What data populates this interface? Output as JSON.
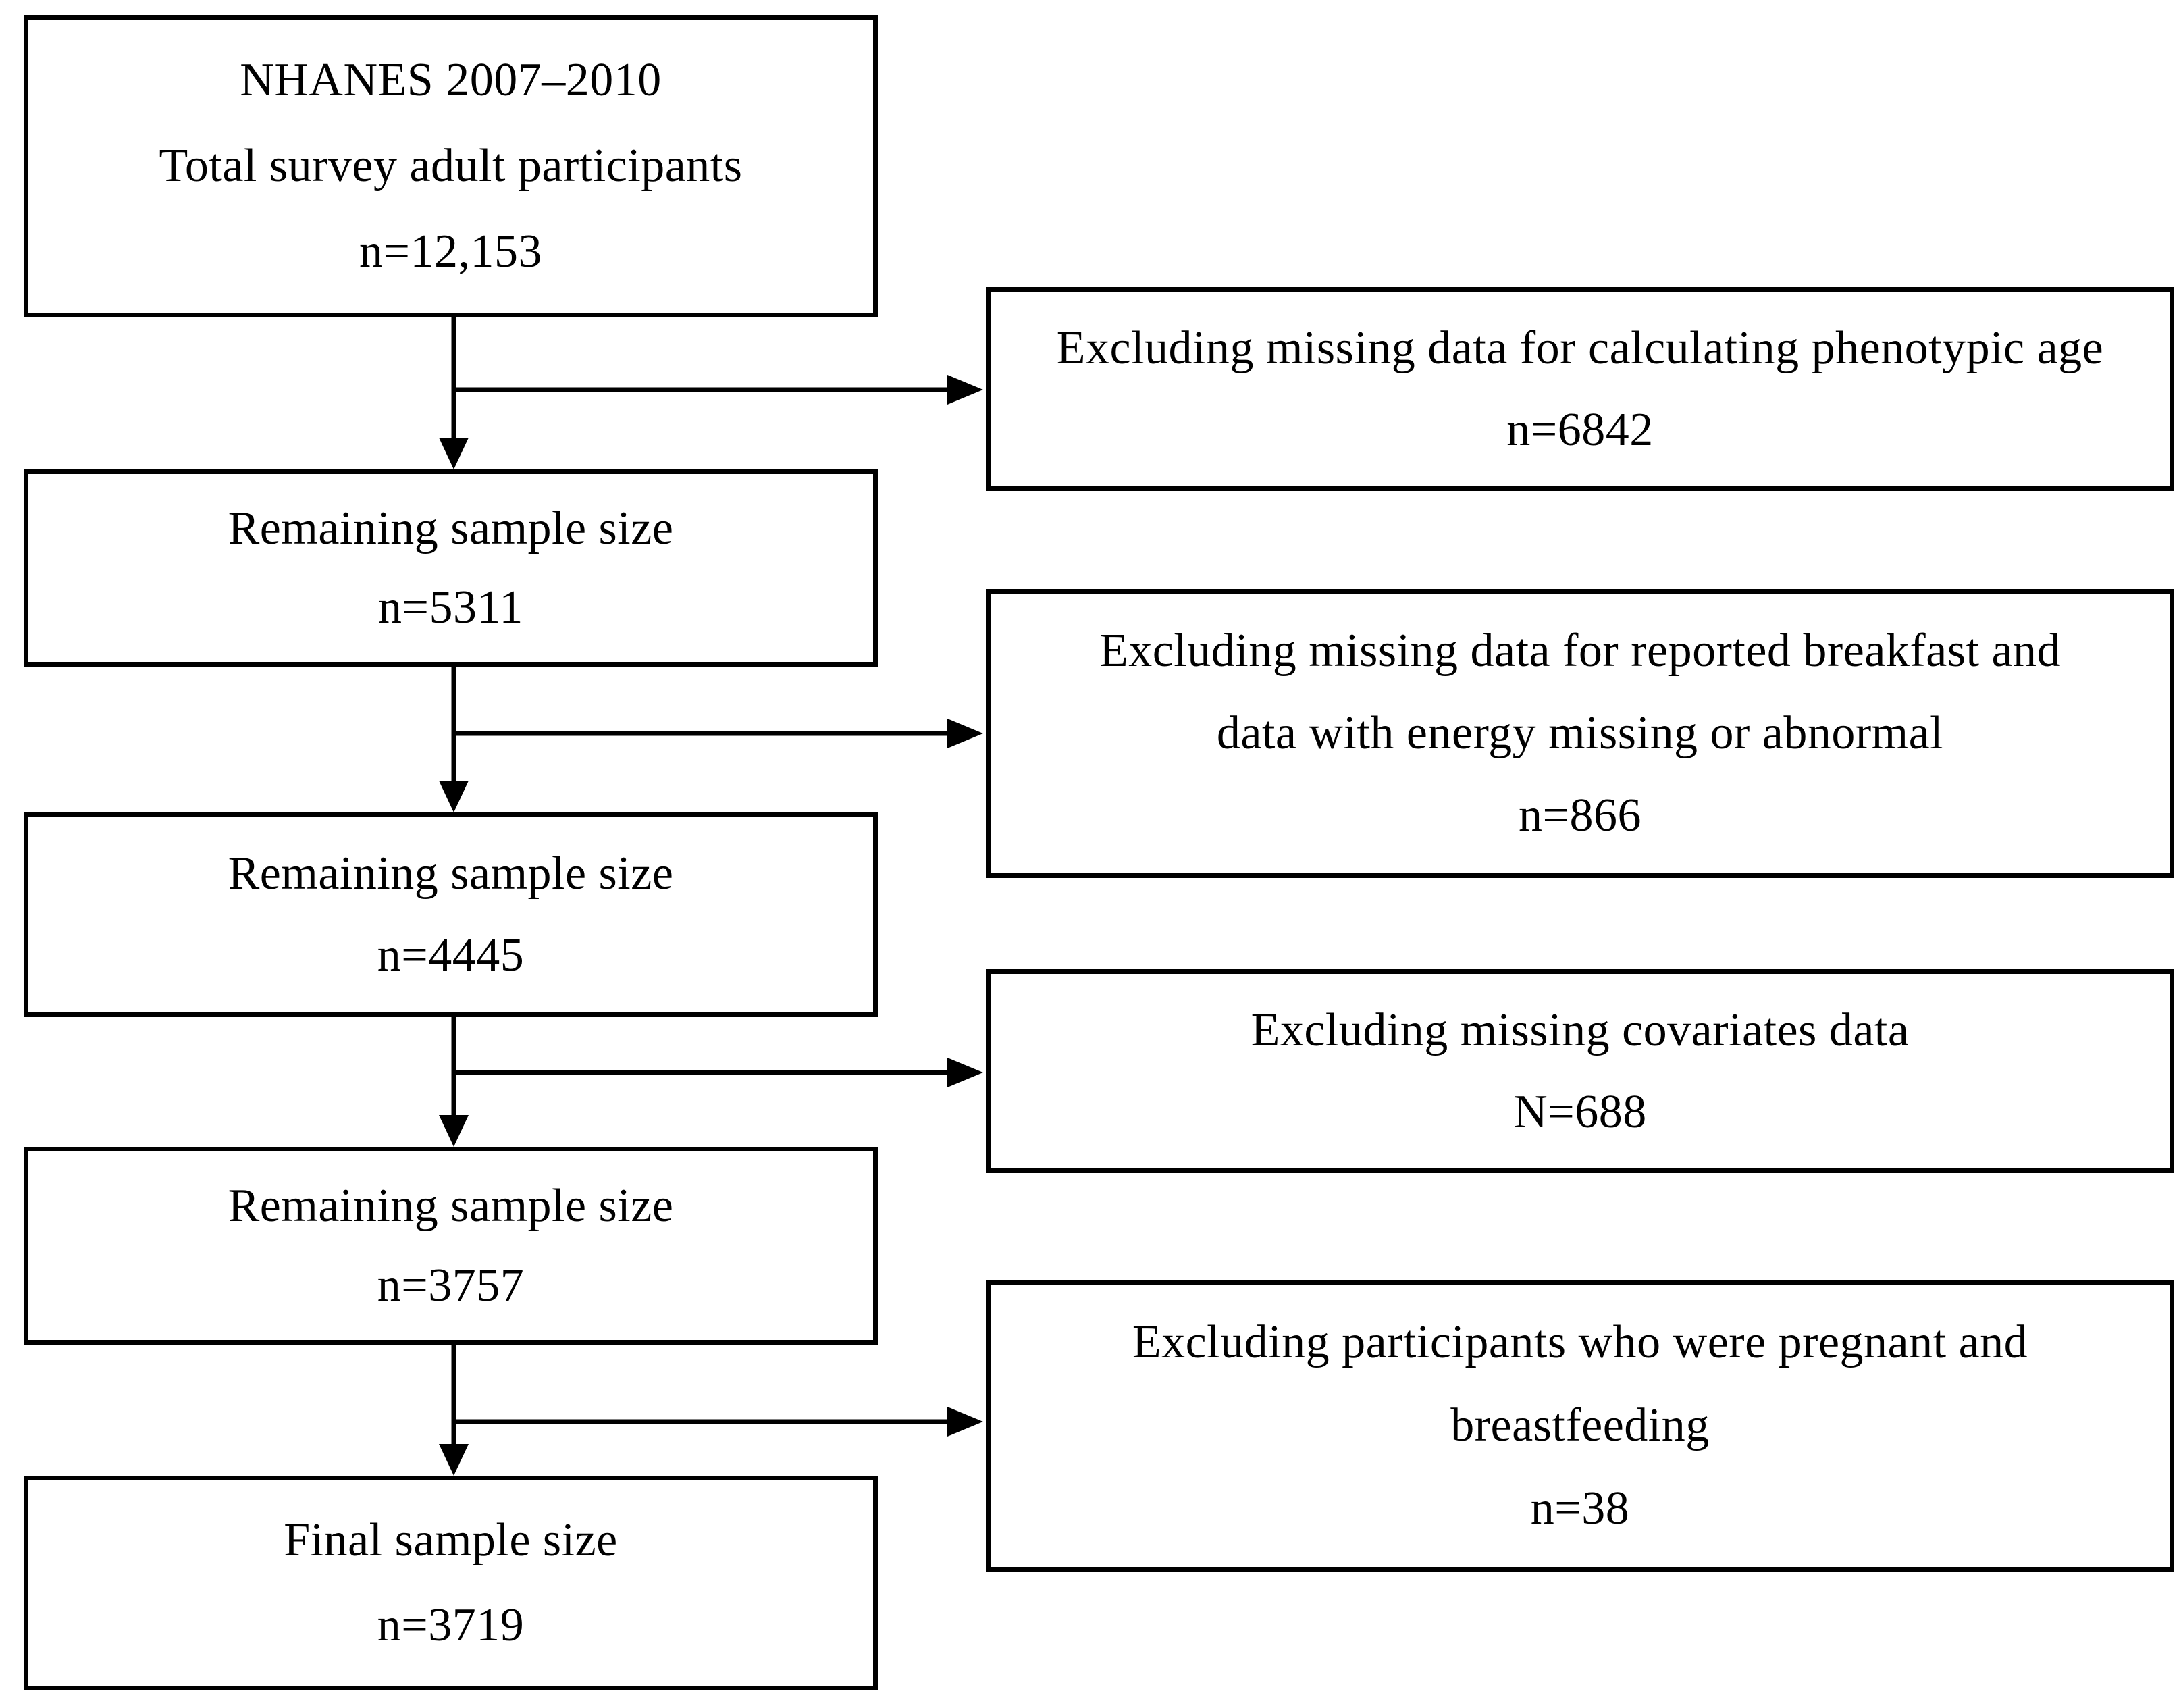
{
  "diagram": {
    "type": "flowchart",
    "colors": {
      "line": "#000000",
      "background": "#ffffff",
      "text": "#000000"
    },
    "left_boxes": [
      {
        "id": "total-participants",
        "lines": [
          "NHANES 2007–2010",
          "Total survey adult participants",
          "n=12,153"
        ]
      },
      {
        "id": "remaining-1",
        "lines": [
          "Remaining sample size",
          "n=5311"
        ]
      },
      {
        "id": "remaining-2",
        "lines": [
          "Remaining sample size",
          "n=4445"
        ]
      },
      {
        "id": "remaining-3",
        "lines": [
          "Remaining sample size",
          "n=3757"
        ]
      },
      {
        "id": "final-sample",
        "lines": [
          "Final sample size",
          "n=3719"
        ]
      }
    ],
    "right_boxes": [
      {
        "id": "excluding-phenotypic-age",
        "lines": [
          "Excluding missing data for calculating phenotypic age",
          "n=6842"
        ]
      },
      {
        "id": "excluding-breakfast-energy",
        "lines": [
          "Excluding missing data for reported breakfast and",
          "data with energy missing or abnormal",
          "n=866"
        ]
      },
      {
        "id": "excluding-covariates",
        "lines": [
          "Excluding missing covariates data",
          "N=688"
        ]
      },
      {
        "id": "excluding-pregnant-breastfeeding",
        "lines": [
          "Excluding participants who were pregnant and",
          "breastfeeding",
          "n=38"
        ]
      }
    ]
  }
}
